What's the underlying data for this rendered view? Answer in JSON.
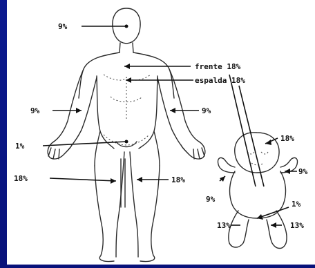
{
  "adult": {
    "head": "9%",
    "front": "frente 18%",
    "back": "espalda 18%",
    "arm_left": "9%",
    "arm_right": "9%",
    "perineum": "1%",
    "leg_left": "18%",
    "leg_right": "18%"
  },
  "child": {
    "head": "18%",
    "arm_right": "9%",
    "arm_left": "9%",
    "perineum": "1%",
    "leg_left": "13%",
    "leg_right": "13%"
  },
  "colors": {
    "background": "#0a1890",
    "panel": "#ffffff",
    "ink": "#111111"
  }
}
